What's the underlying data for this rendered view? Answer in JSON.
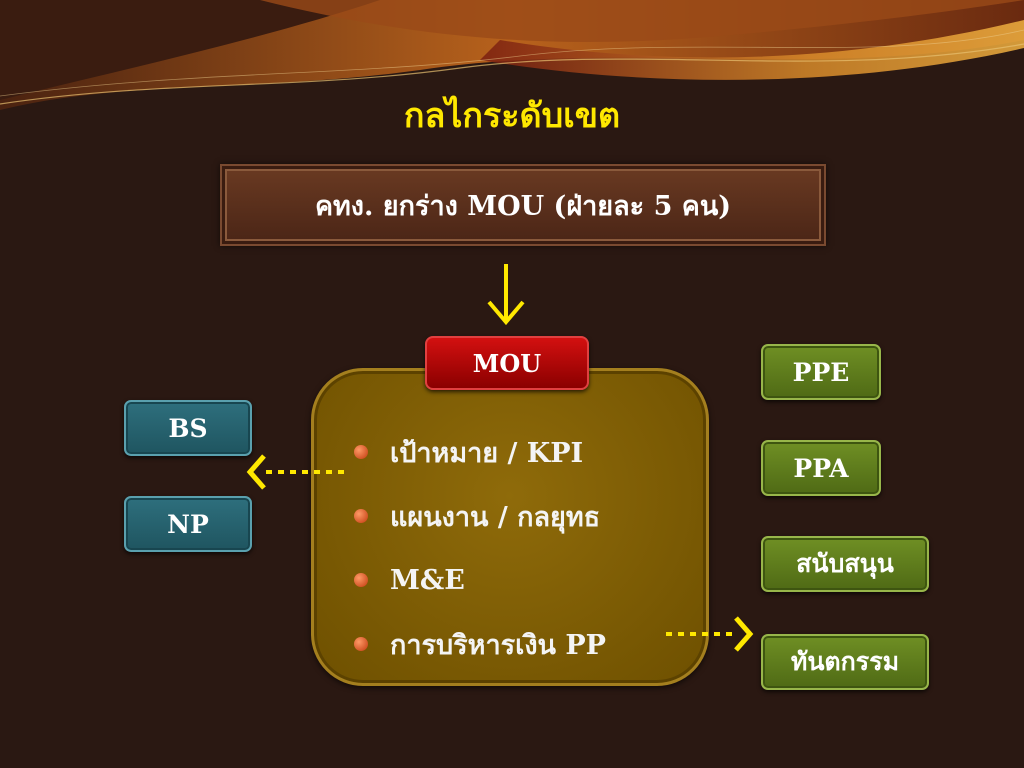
{
  "title": "กลไกระดับเขต",
  "committee": "คทง. ยกร่าง MOU (ฝ่ายละ 5 คน)",
  "mou": {
    "label": "MOU",
    "items": [
      "เป้าหมาย / KPI",
      "แผนงาน / กลยุทธ",
      "M&E",
      "การบริหารเงิน PP"
    ]
  },
  "left_boxes": [
    "BS",
    "NP"
  ],
  "right_boxes": [
    "PPE",
    "PPA",
    "สนับสนุน",
    "ทันตกรรม"
  ],
  "colors": {
    "title": "#ffe800",
    "arrow": "#ffe800",
    "mou_label_bg": "#c00000",
    "mou_box_bg": "#7a5a00",
    "left_box_bg": "#2a6672",
    "right_box_bg": "#5f7d1c"
  }
}
